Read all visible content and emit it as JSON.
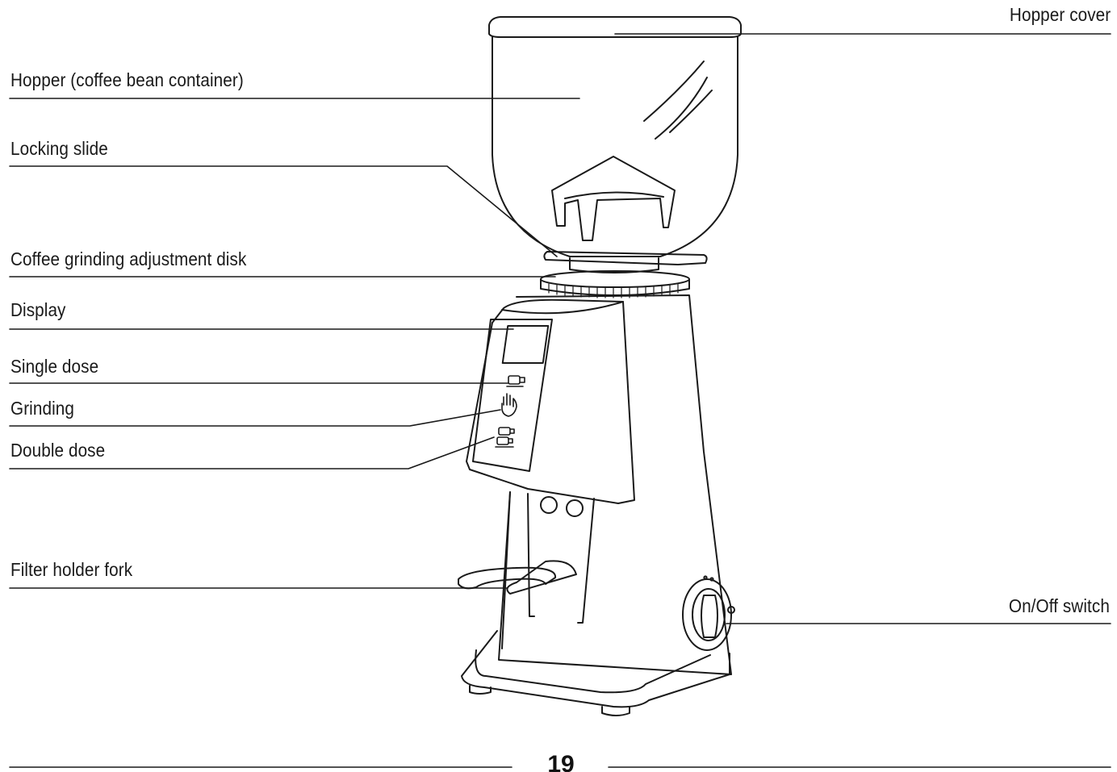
{
  "labels": {
    "hopper_cover": "Hopper cover",
    "hopper": "Hopper (coffee bean container)",
    "locking_slide": "Locking slide",
    "adjustment_disk": "Coffee grinding adjustment disk",
    "display": "Display",
    "single_dose": "Single dose",
    "grinding": "Grinding",
    "double_dose": "Double dose",
    "filter_holder_fork": "Filter holder fork",
    "on_off_switch": "On/Off switch"
  },
  "page_number": "19",
  "icons": {
    "single_dose": "single-cup-icon",
    "grinding": "hand-icon",
    "double_dose": "double-cup-icon"
  },
  "colors": {
    "line": "#1a1a1a",
    "background": "#ffffff"
  }
}
